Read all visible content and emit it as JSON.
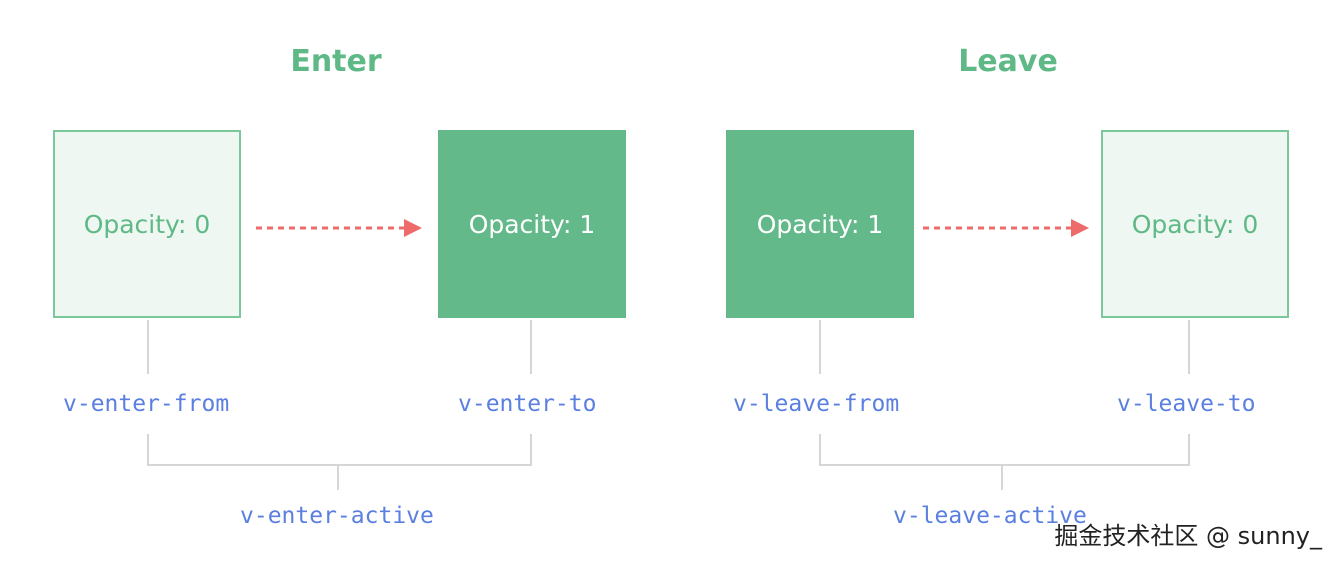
{
  "enter": {
    "title": "Enter",
    "from_box": "Opacity: 0",
    "to_box": "Opacity: 1",
    "from_class": "v-enter-from",
    "to_class": "v-enter-to",
    "active_class": "v-enter-active"
  },
  "leave": {
    "title": "Leave",
    "from_box": "Opacity: 1",
    "to_box": "Opacity: 0",
    "from_class": "v-leave-from",
    "to_class": "v-leave-to",
    "active_class": "v-leave-active"
  },
  "watermark": "掘金技术社区 @ sunny_",
  "colors": {
    "title_green": "#5fb986",
    "solid_box": "#64b98a",
    "faint_box_fill": "#eef7f1",
    "faint_box_border": "#7cc79c",
    "class_label_blue": "#5a7fe0",
    "arrow_red": "#ee6b6b",
    "connector_gray": "#d6d6d6"
  }
}
